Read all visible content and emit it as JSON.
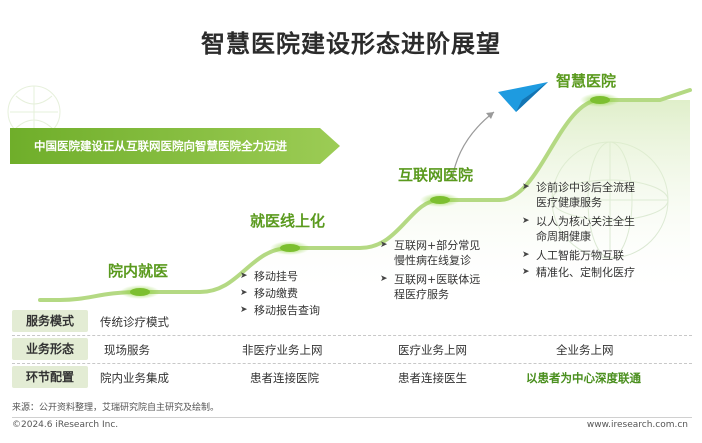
{
  "title": "智慧医院建设形态进阶展望",
  "banner": "中国医院建设正从互联网医院向智慧医院全力迈进",
  "stages": [
    {
      "name": "院内就医",
      "items": []
    },
    {
      "name": "就医线上化",
      "items": [
        "移动挂号",
        "移动缴费",
        "移动报告查询"
      ]
    },
    {
      "name": "互联网医院",
      "items": [
        "互联网+部分常见",
        "慢性病在线复诊",
        "互联网+医联体远",
        "程医疗服务"
      ]
    },
    {
      "name": "智慧医院",
      "items": [
        "诊前诊中诊后全流程",
        "医疗健康服务",
        "以人为核心关注全生",
        "命周期健康",
        "人工智能万物互联",
        "精准化、定制化医疗"
      ]
    }
  ],
  "table": {
    "rows": [
      {
        "label": "服务模式",
        "cells": [
          "传统诊疗模式",
          "",
          "",
          ""
        ]
      },
      {
        "label": "业务形态",
        "cells": [
          "现场服务",
          "非医疗业务上网",
          "医疗业务上网",
          "全业务上网"
        ]
      },
      {
        "label": "环节配置",
        "cells": [
          "院内业务集成",
          "患者连接医院",
          "患者连接医生",
          "以患者为中心深度联通"
        ]
      }
    ]
  },
  "source": "来源：公开资料整理，艾瑞研究院自主研究及绘制。",
  "copyright": "©2024.6 iResearch Inc.",
  "website": "www.iresearch.com.cn",
  "colors": {
    "accent": "#6aaa2a",
    "label_bg": "#e3ecd4",
    "arrow": "#1e9be0"
  }
}
